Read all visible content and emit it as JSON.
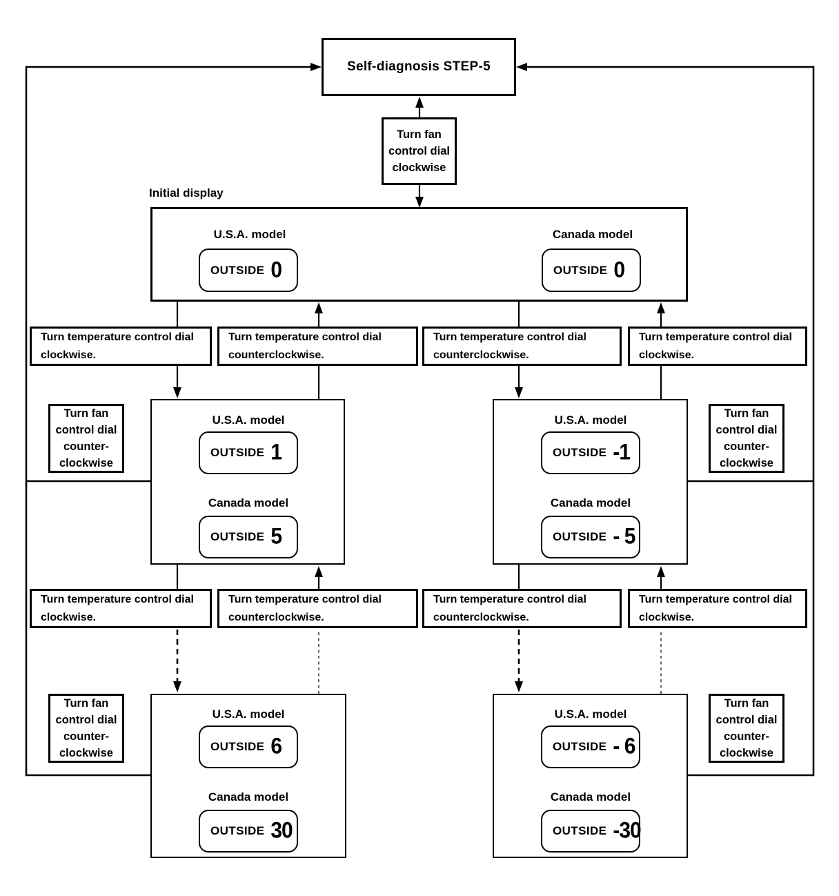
{
  "diagram": {
    "title": "Self-diagnosis STEP-5",
    "fan_cw": "Turn fan\ncontrol dial\nclockwise",
    "fan_ccw": "Turn fan\ncontrol dial\ncounter-\nclockwise",
    "temp_cw": "Turn temperature control dial\nclockwise.",
    "temp_ccw": "Turn temperature control dial\ncounterclockwise.",
    "initial_label": "Initial display",
    "usa_label": "U.S.A. model",
    "canada_label": "Canada model",
    "outside": "OUTSIDE",
    "displays": {
      "initial_usa": "0",
      "initial_canada": "0",
      "mid_left_usa": "1",
      "mid_left_canada": "5",
      "mid_right_usa": "-1",
      "mid_right_canada": "- 5",
      "bottom_left_usa": "6",
      "bottom_left_canada": "30",
      "bottom_right_usa": "- 6",
      "bottom_right_canada": "-30"
    }
  }
}
